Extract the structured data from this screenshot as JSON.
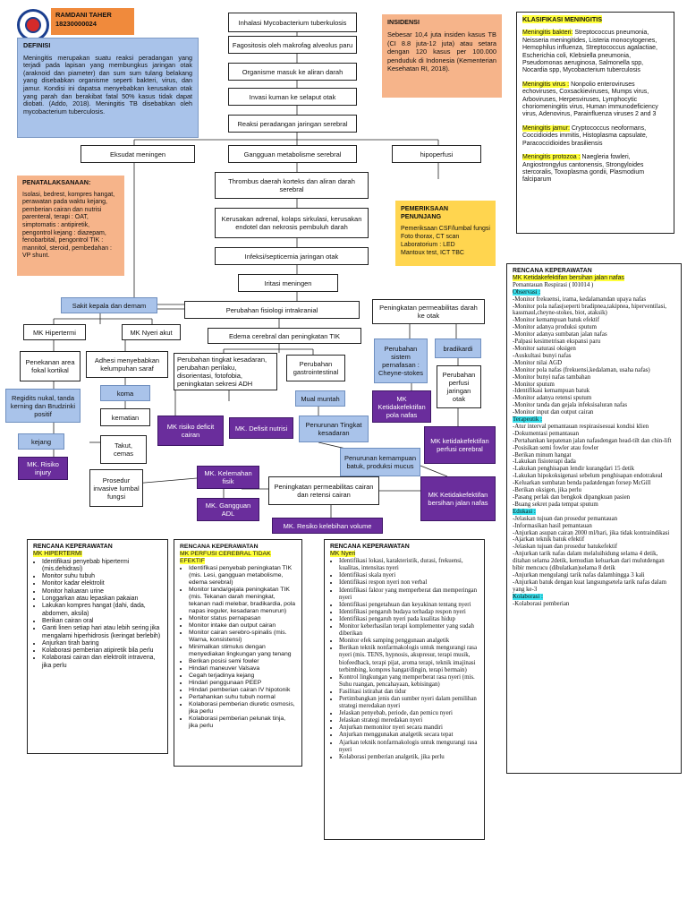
{
  "header": {
    "name": "RAMDANI TAHER",
    "nim": "18230000024"
  },
  "definisi": {
    "title": "DEFINISI",
    "text": "Meningitis merupakan suatu reaksi peradangan yang terjadi pada lapisan yang membungkus jaringan otak (araknoid dan piameter) dan sum sum tulang belakang yang disebabkan organisme seperti bakteri, virus, dan jamur. Kondisi ini dapatsa menyebabkan kerusakan otak yang parah dan berakibat fatal 50% kasus tidak dapat diobati. (Addo, 2018). Meningitis TB disebabkan oleh mycobacterium tuberculosis."
  },
  "insidensi": {
    "title": "INSIDENSI",
    "text": "Sebesar 10,4 juta insiden kasus TB (CI 8.8 juta-12 juta) atau setara dengan 120 kasus per 100.000 penduduk di Indonesia (Kementerian Kesehatan RI, 2018)."
  },
  "klasifikasi": {
    "title": "KLASIFIKASI MENINGITIS",
    "items": [
      {
        "label": "Meningitis bakteri:",
        "text": " Streptococcus pneumonia, Neisseria meningitides, Listeria monocytogenes, Hemophilus influenza, Streptococcus agalactiae, Escherichia coli, Klebsiella pneumonia, Pseudomonas aeruginosa, Salmonella spp, Nocardia spp, Mycobacterium tuberculosis"
      },
      {
        "label": "Meningitis virus :",
        "text": " Nonpolio enteroviruses echoviruses, Coxsackieviruses, Mumps virus, Arboviruses, Herpesviruses, Lymphocytic choriomeningitis virus, Human immunodeficiency virus, Adenovirus, Parainfluenza viruses 2 and 3"
      },
      {
        "label": "Meningitis jamur:",
        "text": " Cryptococcus neoformans, Coccidioides immitis, Histoplasma capsulate, Paracoccidioides brasiliensis"
      },
      {
        "label": "Meningitis protozoa :",
        "text": " Naegleria fowleri, Angiostrongylus cantonensis, Strongyloides stercoralis, Toxoplasma gondii, Plasmodium falciparum"
      }
    ]
  },
  "penatalaksanaan": {
    "title": "PENATALAKSANAAN:",
    "text": "Isolasi, bedrest, kompres hangat, perawatan pada waktu kejang, pemberian cairan dan nutrisi parenteral, terapi : OAT, simptomatis : antipiretik, pengontrol kejang : diazepam, fenobarbital, pengontrol TIK : mannitol, steroid, pembedahan : VP shunt."
  },
  "penunjang": {
    "title": "PEMERIKSAAN PENUNJANG",
    "text": "Pemeriksaan CSF/lumbal fungsi\nFoto thorax, CT scan\nLaboratorium : LED\nMantoux test, ICT TBC"
  },
  "flow": {
    "n1": "Inhalasi Mycobacterium tuberkulosis",
    "n2": "Fagositosis oleh makrofag alveolus paru",
    "n3": "Organisme masuk ke aliran darah",
    "n4": "Invasi kuman ke selaput otak",
    "n5": "Reaksi peradangan jaringan serebral",
    "eksudat": "Eksudat meningen",
    "gangguan": "Gangguan metabolisme serebral",
    "hipoperfusi": "hipoperfusi",
    "thrombus": "Thrombus daerah korteks dan aliran darah serebral",
    "kerusakan": "Kerusakan adrenal, kolaps sirkulasi, kerusakan endotel dan nekrosis pembuluh darah",
    "infeksi": "Infeksi/septicemia jaringan otak",
    "iritasi": "Iritasi meningen",
    "sakit": "Sakit kepala dan demam",
    "fisiologi": "Perubahan fisiologi intrakranial",
    "permeabilitas": "Peningkatan permeabilitas darah ke otak",
    "mk_hipertermi": "MK Hipertermi",
    "mk_nyeri_akut": "MK Nyeri akut",
    "edema": "Edema cerebral dan peningkatan TIK",
    "penekanan": "Penekanan area fokal kortikal",
    "adhesi": "Adhesi menyebabkan kelumpuhan saraf",
    "perubahan_tingkat": "Perubahan tingkat kesadaran, perubahan perilaku, disorientasi, fotofobia, peningkatan sekresi ADH",
    "gastro": "Perubahan gastrointestinal",
    "sistem_napas": "Perubahan sistem pernafasan : Cheyne-stokes",
    "bradikardi": "bradikardi",
    "perfusi_jaringan": "Perubahan perfusi jaringan otak",
    "regidits": "Regidits nukal, tanda kerning dan Brudzinki positif",
    "koma": "koma",
    "kematian": "kematian",
    "mual": "Mual muntah",
    "mk_risiko_defisit_cairan": "MK risiko deficit cairan",
    "mk_defisit_nutrisi": "MK. Defisit nutrisi",
    "penurunan_tingkat": "Penurunan Tingkat kesadaran",
    "mk_pola_nafas": "MK Ketidakefektifan pola nafas",
    "mk_perfusi": "MK ketidakefektifan perfusi cerebral",
    "kejang": "kejang",
    "takut": "Takut, cemas",
    "penurunan_batuk": "Penurunan kemampuan batuk, produksi mucus",
    "mk_risiko_injury": "MK. Risiko injury",
    "prosedur": "Prosedur invasive lumbal fungsi",
    "mk_kelemahan": "MK. Kelemahan fisik",
    "mk_adl": "MK. Gangguan ADL",
    "peningkatan_cairan": "Peningkatan permeabilitas cairan dan retensi cairan",
    "mk_jalan_nafas": "MK Ketidakefektifan bersihan jalan nafas",
    "mk_volume": "MK. Resiko kelebihan volume"
  },
  "rencana_jalan_nafas": {
    "title": "RENCANA KEPERAWATAN",
    "mk": "MK Ketidakefektifan bersihan jalan nafas",
    "sub": "Pemantauan Respirasi ( I01014 )",
    "sections": [
      {
        "heading": "Observasi :",
        "items": [
          "-Monitor frekuensi, irama, kedalamandan upaya nafas",
          "-Monitor pola nafas(seperti bradipnea,takipnea, hiperventilasi, kassmaul,cheyne-stokes, biot, ataksik)",
          "-Monitor kemampuan batuk efektif",
          "-Monitor adanya produksi sputum",
          "-Monitor adanya sumbatan jalan nafas",
          "-Palpasi kesimetrisan ekspansi paru",
          "-Monitor saturasi oksigen",
          "-Auskultasi bunyi nafas",
          "-Monitor nilai AGD",
          "-Monitor pola nafas (frekuensi,kedalaman, usaha nafas)",
          "-Monitor bunyi nafas tambahan",
          "-Monitor sputum",
          "-Identifikasi kemampuan batuk",
          "-Monitor adanya retensi sputum",
          "-Monitor tanda dan gejala infeksisaluran nafas",
          "-Monitor input dan output cairan"
        ]
      },
      {
        "heading": "Terapeutik :",
        "items": [
          "-Atur interval pemantauan respirasisesuai kondisi klien",
          "-Dokumentasi pemantauan",
          "-Pertahankan kepatenan jalan nafasdengan head-tilt dan chin-lift",
          "-Posisikan semi fowler atau fowler",
          "-Berikan minum hangat",
          "-Lakukan fisioterapi dada",
          "-Lakukan penghisapan lendir kurangdari 15 detik",
          "-Lakukan hipokoksigenasi sebelum penghisapan endotrakeal",
          "-Keluarkan sumbatan benda padatdengan forsep McGill",
          "-Berikan oksigen, jika perlu",
          "-Pasang perlak dan bengkok dipangkuan pasien",
          "-Buang sekret pada tempat sputum"
        ]
      },
      {
        "heading": "Edukasi :",
        "items": [
          "-Jelaskan tujuan dan prosedur pemantauan",
          "-Informasikan hasil pemantauan",
          "-Anjurkan asupan cairan 2000 ml/hari, jika tidak kontraindikasi",
          "-Ajarkan teknik batuk efektif",
          "-Jelaskan tujuan dan prosedur batukefektif",
          "-Anjurkan tarik nafas dalam melaluihidung selama 4 detik, ditahan selama 2detik, kemudian keluarkan dari mulutdengan bibir mencucu (dibulatkan)selama 8 detik",
          "-Anjurkan mengulangi tarik nafas dalamhingga 3 kali",
          "-Anjurkan batuk dengan kuat langsungsetela tarik nafas dalam yang ke-3"
        ]
      },
      {
        "heading": "Kolaborasi :",
        "items": [
          "-Kolaborasi pemberian"
        ]
      }
    ]
  },
  "rencana_hipertermi": {
    "title": "RENCANA KEPERAWATAN",
    "mk": "MK HIPERTERMI",
    "items": [
      "Identifikasi penyebab hipertermi (mis.dehidrasi)",
      "Monitor suhu tubuh",
      "Monitor kadar elektrolit",
      "Monitor haluaran urine",
      "Longgarkan atau lepaskan pakaian",
      "Lakukan kompres hangat (dahi, dada, abdomen, aksila)",
      "Berikan cairan oral",
      "Ganti linen setiap hari atau lebih sering jika mengalami hiperhidrosis (keringat berlebih)",
      "Anjurkan tirah baring",
      "Kolaborasi pemberian atipiretik bila perlu",
      "Kolaborasi cairan dan elektrolit intravena, jika perlu"
    ]
  },
  "rencana_perfusi": {
    "title": "RENCANA KEPERAWATAN",
    "mk": "MK PERFUSI CEREBRAL TIDAK EFEKTIF",
    "items": [
      "Identifikasi penyebab peningkatan TIK (mis. Lesi, gangguan metabolisme, edema serebral)",
      "Monitor tanda/gejala peningkatan TIK (mis. Tekanan darah meningkat, tekanan nadi melebar, bradikardia, pola napas ireguler, kesadaran menurun)",
      "Monitor status pernapasan",
      "Monitor intake dan output cairan",
      "Monitor cairan serebro-spinalis (mis. Warna, konsistensi)",
      "Minimalkan stimulus dengan menyediakan lingkungan yang tenang",
      "Berikan posisi semi fowler",
      "Hindari maneuver Valsava",
      "Cegah terjadinya kejang",
      "Hindari penggunaan PEEP",
      "Hindari pemberian cairan IV hipotonik",
      "Pertahankan suhu tubuh normal",
      "Kolaborasi pemberian diuretic osmosis, jika perlu",
      "Kolaborasi pemberian pelunak tinja, jika perlu"
    ]
  },
  "rencana_nyeri": {
    "title": "RENCANA KEPERAWATAN",
    "mk": "MK Nyeri",
    "items": [
      "Identifikasi lokasi, karakteristik, durasi, frekuensi, kualitas, intensitas nyeri",
      "Identifikasi skala nyeri",
      "Identifikasi respon nyeri non verbal",
      "Identifikasi faktor yang memperberat dan memperingan nyeri",
      "Identifikasi pengetahuan dan keyakinan tentang nyeri",
      "Identifikasi pengaruh budaya terhadap respon nyeri",
      "Identifikasi pengaruh nyeri pada kualitas hidup",
      "Monitor keberhasilan terapi komplementer yang sudah diberikan",
      "Monitor efek samping penggunaan analgetik",
      "Berikan teknik nonfarmakologis untuk mengurangi rasa nyeri (mis. TENS, hypnosis, akupresur, terapi musik, biofeedback, terapi pijat, aroma terapi, teknik imajinasi terbimbing, kompres hangat/dingin, terapi bermain)",
      "Kontrol lingkungan yang memperberat rasa nyeri (mis. Suhu ruangan, pencahayaan, kebisingan)",
      "Fasilitasi istirahat dan tidur",
      "Pertimbangkan jenis dan sumber nyeri dalam pemilihan strategi meredakan nyeri",
      "Jelaskan penyebab, periode, dan pemicu nyeri",
      "Jelaskan strategi meredakan nyeri",
      "Anjurkan memonitor nyeri secara mandiri",
      "Anjurkan menggunakan analgetik secara tepat",
      "Ajarkan teknik nonfarmakologis untuk mengurangi rasa nyeri",
      "Kolaborasi pemberian analgetik, jika perlu"
    ]
  },
  "colors": {
    "orange": "#f08a3c",
    "peach": "#f6b48a",
    "yellow": "#ffd54f",
    "blue": "#a9c3ea",
    "purple": "#6a2d9c",
    "highlight": "#ffff3b",
    "cyan": "#39e1ee"
  },
  "icons": {
    "logo": "university-seal-icon"
  }
}
